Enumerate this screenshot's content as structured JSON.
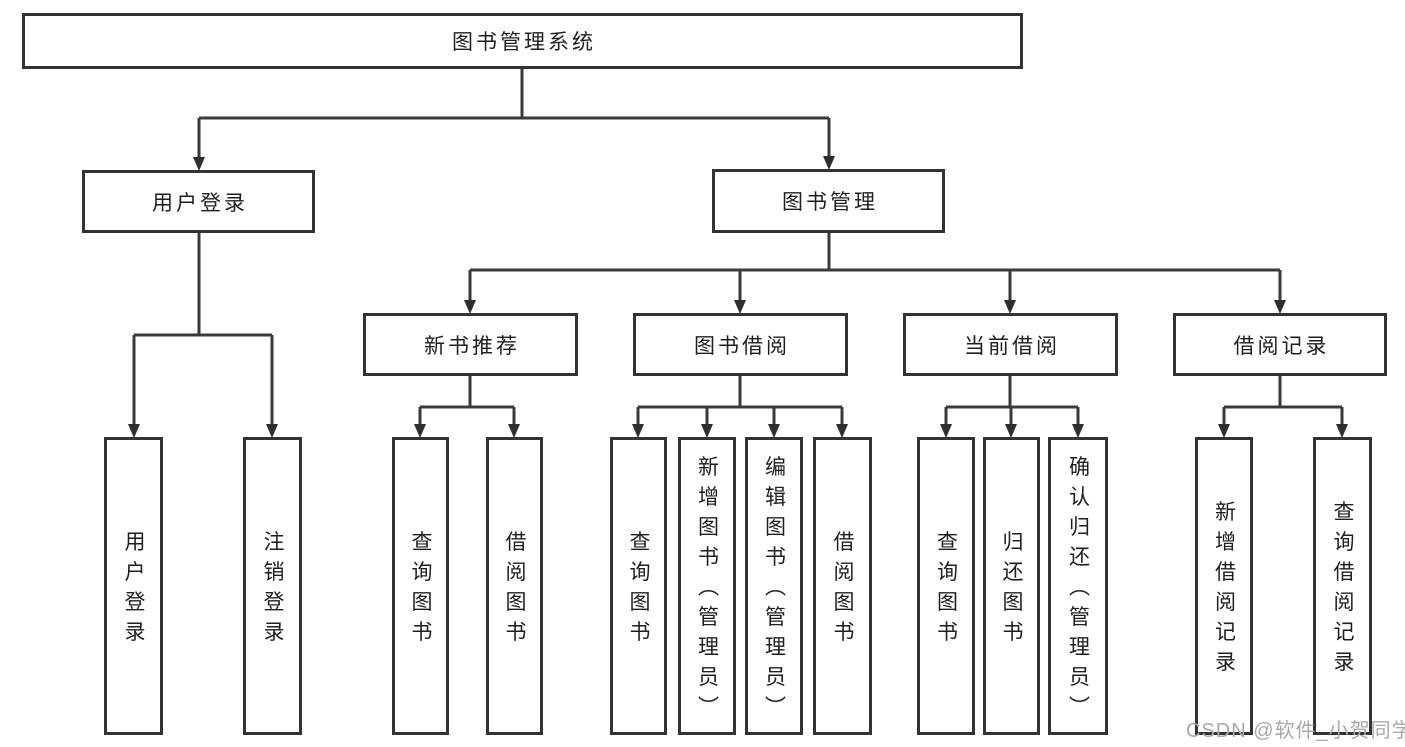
{
  "tree": {
    "label": "图书管理系统",
    "children": [
      {
        "label": "用户登录",
        "children": [
          {
            "label": "用户登录"
          },
          {
            "label": "注销登录"
          }
        ]
      },
      {
        "label": "图书管理",
        "children": [
          {
            "label": "新书推荐",
            "children": [
              {
                "label": "查询图书"
              },
              {
                "label": "借阅图书"
              }
            ]
          },
          {
            "label": "图书借阅",
            "children": [
              {
                "label": "查询图书"
              },
              {
                "label": "新增图书（管理员）"
              },
              {
                "label": "编辑图书（管理员）"
              },
              {
                "label": "借阅图书"
              }
            ]
          },
          {
            "label": "当前借阅",
            "children": [
              {
                "label": "查询图书"
              },
              {
                "label": "归还图书"
              },
              {
                "label": "确认归还（管理员）"
              }
            ]
          },
          {
            "label": "借阅记录",
            "children": [
              {
                "label": "新增借阅记录"
              },
              {
                "label": "查询借阅记录"
              }
            ]
          }
        ]
      }
    ]
  },
  "watermark": "CSDN @软件_小贺同学",
  "colors": {
    "line": "#3a3a3a",
    "box_border": "#333333",
    "text": "#1f1f1f",
    "watermark": "#a9a9a9",
    "background": "#ffffff"
  }
}
